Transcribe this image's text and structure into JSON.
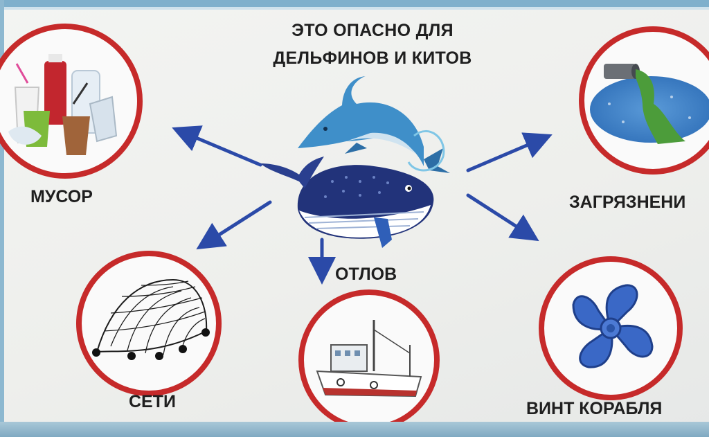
{
  "title": {
    "line1": "ЭТО ОПАСНО ДЛЯ",
    "line2": "ДЕЛЬФИНОВ И КИТОВ"
  },
  "threats": {
    "trash": "МУСОР",
    "pollution": "ЗАГРЯЗНЕНИ",
    "nets": "СЕТИ",
    "catch": "ОТЛОВ",
    "propeller": "ВИНТ КОРАБЛЯ"
  },
  "colors": {
    "ring": "#c62a2a",
    "arrow": "#2b4aa8",
    "dolphin": "#3f8fc9",
    "whale": "#22337a",
    "propeller": "#3a68c6"
  }
}
